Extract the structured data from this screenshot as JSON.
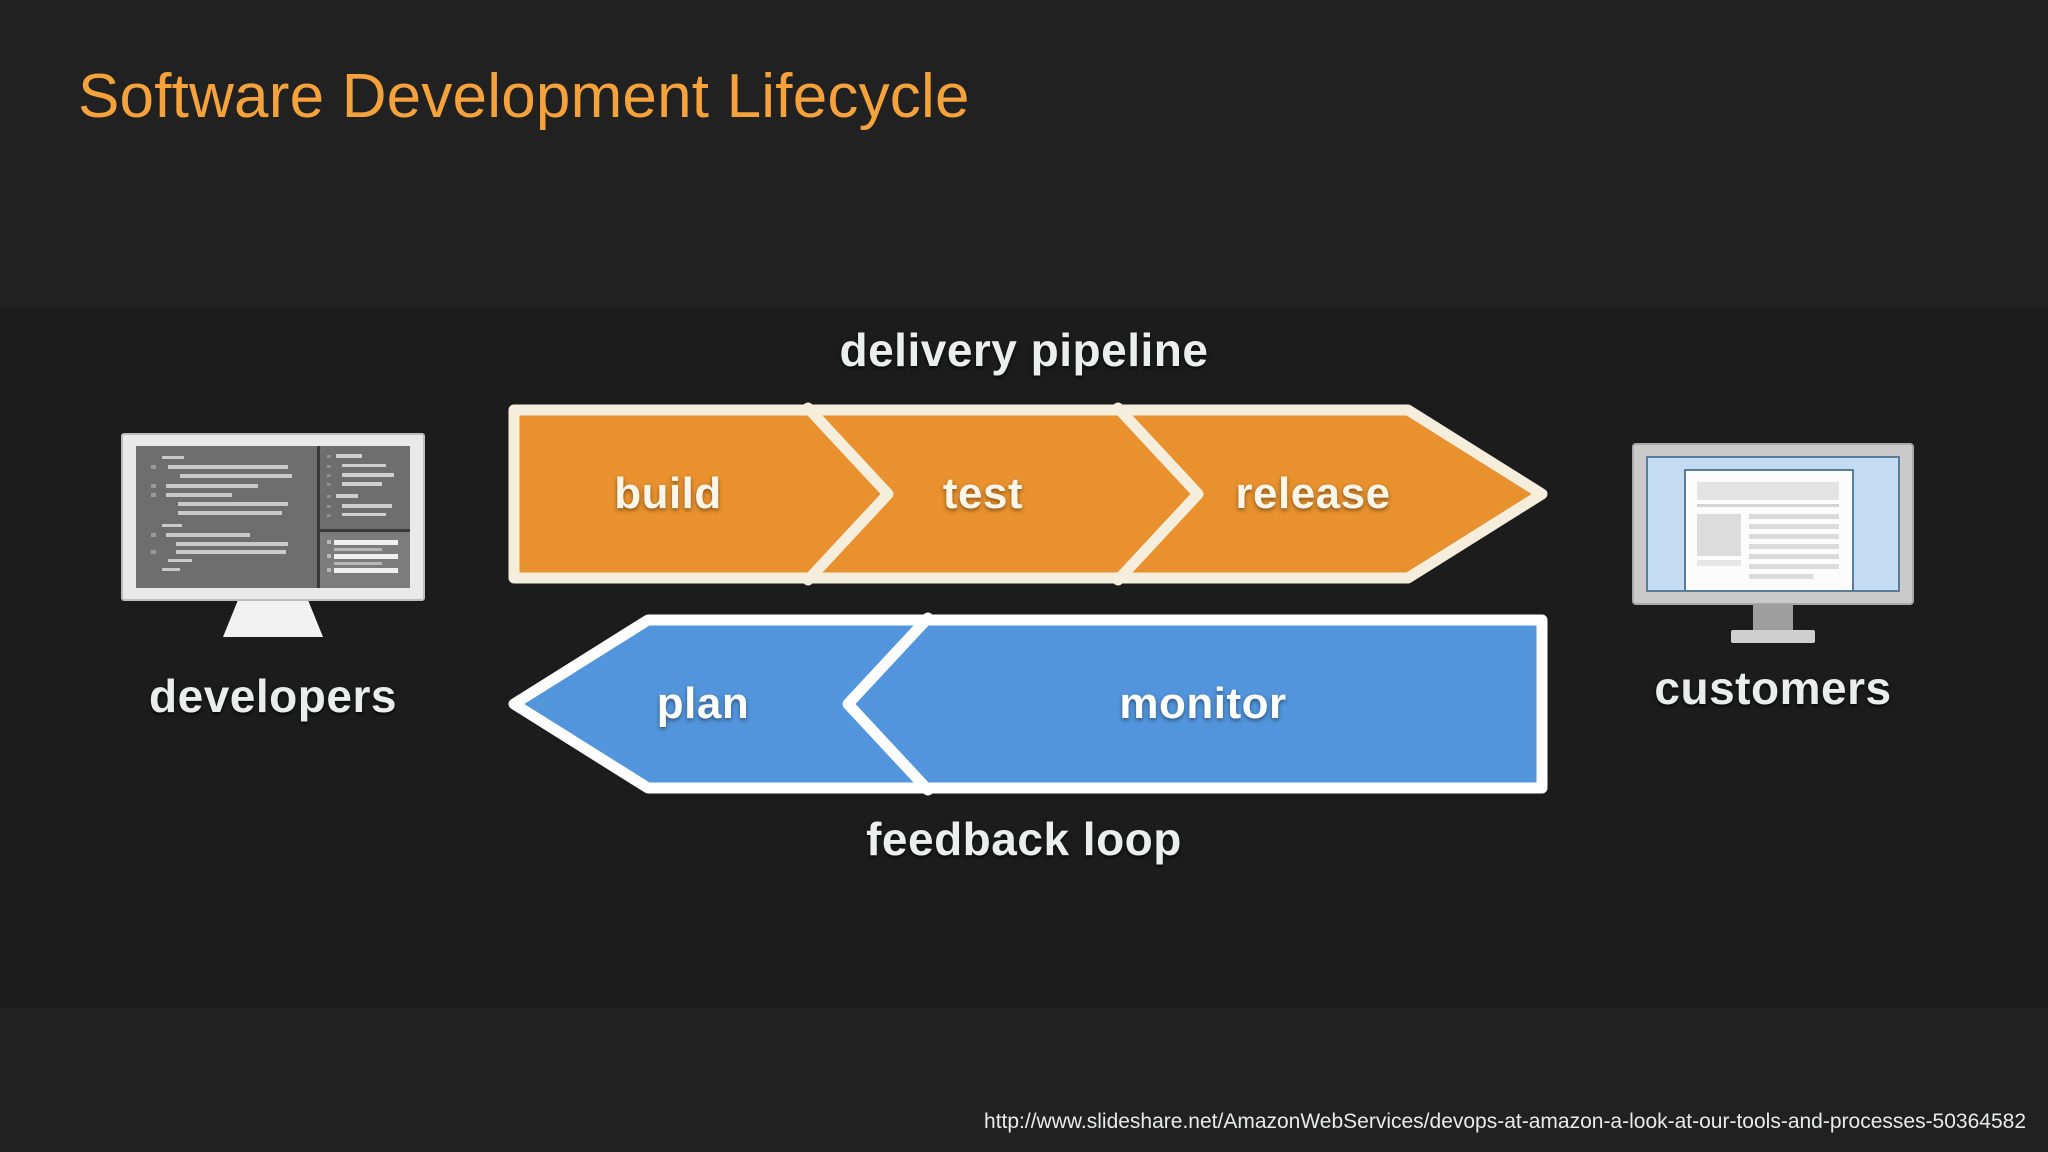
{
  "slide": {
    "title": "Software Development Lifecycle",
    "background_color": "#212121",
    "title_color": "#f6a23c"
  },
  "diagram": {
    "top_caption": "delivery pipeline",
    "bottom_caption": "feedback loop",
    "pipeline": {
      "direction": "left-to-right",
      "color": "#e8912e",
      "outline_color": "#f6eedd",
      "stages": [
        {
          "label": "build"
        },
        {
          "label": "test"
        },
        {
          "label": "release"
        }
      ]
    },
    "feedback": {
      "direction": "right-to-left",
      "color": "#5295dc",
      "outline_color": "#ffffff",
      "stages": [
        {
          "label": "plan"
        },
        {
          "label": "monitor"
        }
      ]
    },
    "left_actor": {
      "caption": "developers",
      "icon": "desktop-monitor-code-editor-icon",
      "screen_color": "#6e6e6e"
    },
    "right_actor": {
      "caption": "customers",
      "icon": "desktop-monitor-webpage-icon",
      "screen_color": "#c4dcf2"
    }
  },
  "footer": {
    "source_url": "http://www.slideshare.net/AmazonWebServices/devops-at-amazon-a-look-at-our-tools-and-processes-50364582"
  }
}
